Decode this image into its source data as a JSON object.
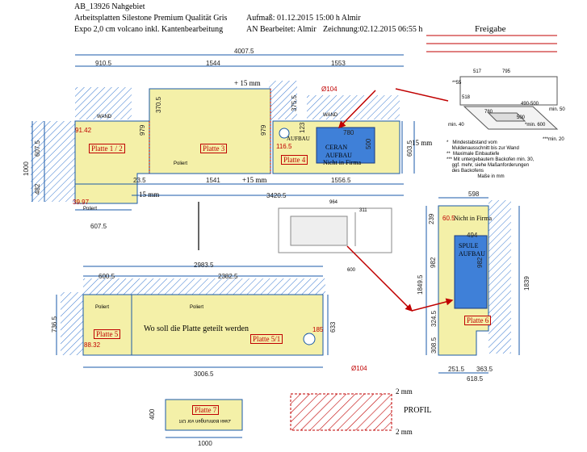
{
  "header": {
    "order": "AB_13926 Nahgebiet",
    "material": "Arbeitsplatten Silestone Premium Qualität Gris",
    "finish": "Expo 2,0 cm volcano inkl. Kantenbearbeitung",
    "aufmass": "Aufmaß: 01.12.2015  15:00 h   Almir",
    "bearbeiter": "AN Bearbeitet:  Almir",
    "zeichnung": "Zeichnung:02.12.2015   06:55 h",
    "freigabe": "Freigabe"
  },
  "dimensions": {
    "top_total": "4007.5",
    "top_910": "910.5",
    "top_1544": "1544",
    "top_1553": "1553",
    "plus15_top": "+ 15 mm",
    "d104_top": "Ø104",
    "d375": "375.5",
    "d370": "370.5",
    "d979a": "979",
    "d979b": "979",
    "d91": "91.42",
    "d607": "607.5",
    "d482": "482",
    "d1000": "1000",
    "d39": "39.97",
    "d607b": "607.5",
    "d23": "23.5",
    "d1541": "1541",
    "plus15_mid": "+15 mm",
    "d1556": "1556.5",
    "d3420": "3420.5",
    "d15mm_left": "15 mm",
    "d15mm_right": "15 mm",
    "d780": "780",
    "d500": "500",
    "d123": "123",
    "d116": "116.5",
    "d603": "603.5",
    "d964": "964",
    "d311": "311",
    "d600": "600",
    "d2983": "2983.5",
    "d600b": "600.5",
    "d2382": "2382.5",
    "d736": "736.5",
    "d88": "88.32",
    "d633": "633",
    "d3006": "3006.5",
    "d104b": "Ø104",
    "d185": "185",
    "d598": "598",
    "d239": "239",
    "d60": "60.5",
    "d494": "494",
    "d982a": "982",
    "d982b": "982",
    "d1849": "1849.5",
    "d1839": "1839",
    "d324": "324.5",
    "d308": "308.5",
    "d251": "251.5",
    "d363": "363.5",
    "d618": "618.5",
    "d400": "400",
    "d1000b": "1000",
    "d2mm_a": "2 mm",
    "d2mm_b": "2 mm"
  },
  "labels": {
    "platte12": "Platte 1 / 2",
    "platte3": "Platte 3",
    "platte4": "Platte 4",
    "platte5": "Platte 5",
    "platte51": "Platte 5/1",
    "platte6": "Platte 6",
    "platte7": "Platte 7"
  },
  "notes": {
    "ceran": "CERAN\nAUFBAU",
    "nicht_firma_a": "Nicht in Firma",
    "nicht_firma_b": "Nicht in Firma",
    "spule": "SPULE\nAUFBAU",
    "aufbau": "AUFBAU",
    "wand_a": "WAND",
    "wand_b": "WAND",
    "question": "Wo soll die Platte geteilt werden",
    "profil": "PROFIL",
    "zwei": "Zwei Bohrungen vor Ort",
    "poliert": "Poliert"
  },
  "spec_notes": [
    "*   Mindestabstand vom",
    "    Muldenausschnitt bis zur Wand",
    "**  Maximale Einbautiefe",
    "*** Mit untergebautem Backofen min. 30,",
    "    ggf. mehr, siehe Maßanforderungen",
    "    des Backofens",
    "                       Maße in mm"
  ],
  "spec_dims": [
    "795",
    "517",
    "**55",
    "518",
    "490-500",
    "780",
    "500",
    "min. 50",
    "min. 40",
    "*min. 600",
    "***min. 20"
  ],
  "colors": {
    "slab": "#f4f0a8",
    "line": "#1a5aa8",
    "red": "#c00000",
    "sink": "#3f80d8"
  }
}
